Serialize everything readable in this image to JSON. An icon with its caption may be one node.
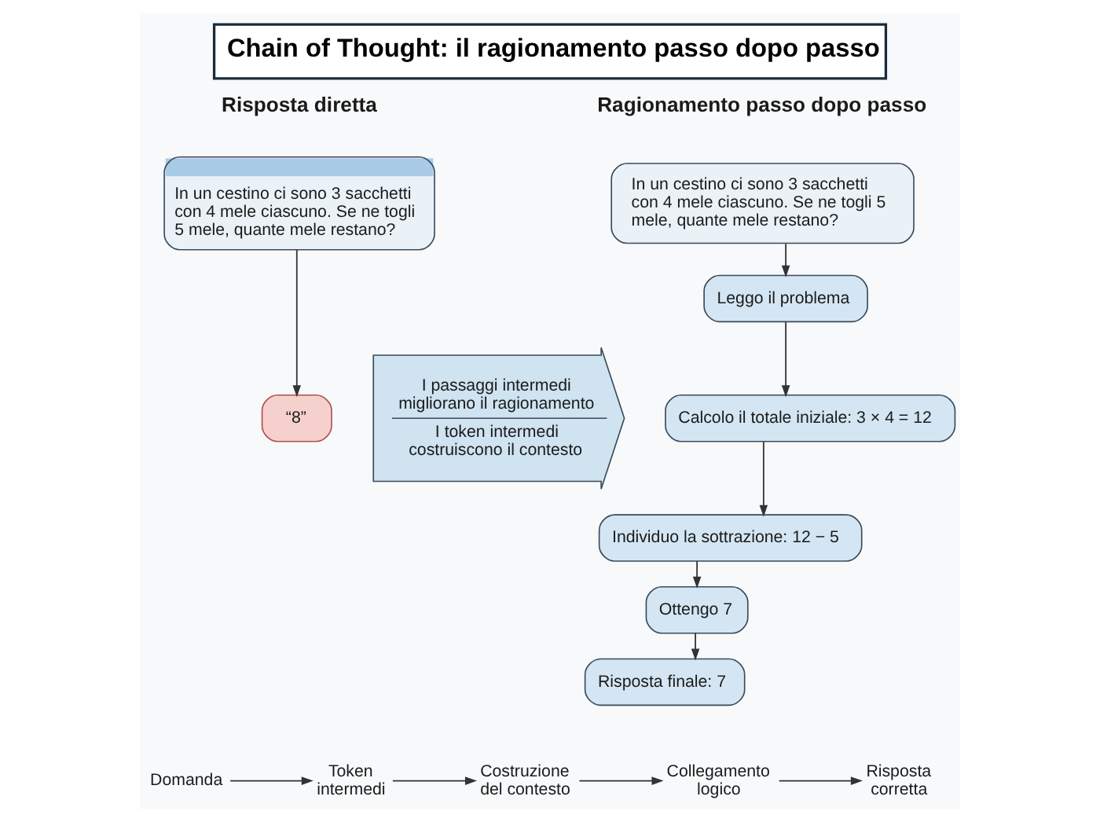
{
  "diagram": {
    "title": "Chain of Thought: il ragionamento passo dopo passo",
    "nodes": [
      {
        "text": [
          "In un cestino ci sono 3 sacchetti con 4 mele ciascuno. Se ne togli 5 mele, quante mele restano?"
        ]
      },
      {
        "text": [
          "“8”"
        ]
      },
      {
        "text": [
          "I passaggi intermedi migliorano il ragionamento",
          "I token intermedi costruiscono il contesto"
        ]
      },
      {
        "text": [
          "In un cestino ci sono 3 sacchetti con 4 mele ciascuno. Se ne togli 5 mele, quante mele restano?"
        ]
      },
      {
        "text": [
          "Leggo il problema"
        ]
      },
      {
        "text": [
          "Calcolo il totale iniziale: 3 × 4 = 12"
        ]
      },
      {
        "text": [
          "Individuo la sottrazione: 12 − 5"
        ]
      },
      {
        "text": [
          "Ottengo 7"
        ]
      },
      {
        "text": [
          "Risposta finale: 7"
        ]
      },
      {
        "text": [
          "Domanda"
        ]
      },
      {
        "text": [
          "Token intermedi"
        ]
      },
      {
        "text": [
          "Costruzione del contesto"
        ]
      },
      {
        "text": [
          "Collegamento logico"
        ]
      },
      {
        "text": [
          "Risposta corretta"
        ]
      }
    ],
    "edges": [
      {
        "from": 0,
        "to": 1,
        "arrow": "to"
      },
      {
        "from": 3,
        "to": 4,
        "arrow": "to"
      },
      {
        "from": 4,
        "to": 5,
        "arrow": "to"
      },
      {
        "from": 5,
        "to": 6,
        "arrow": "to"
      },
      {
        "from": 6,
        "to": 7,
        "arrow": "to"
      },
      {
        "from": 7,
        "to": 8,
        "arrow": "to"
      },
      {
        "from": 9,
        "to": 10,
        "arrow": "to"
      },
      {
        "from": 10,
        "to": 11,
        "arrow": "to"
      },
      {
        "from": 11,
        "to": 12,
        "arrow": "to"
      },
      {
        "from": 12,
        "to": 13,
        "arrow": "to"
      }
    ],
    "labels": [
      "Risposta diretta",
      "Ragionamento passo dopo passo"
    ]
  }
}
